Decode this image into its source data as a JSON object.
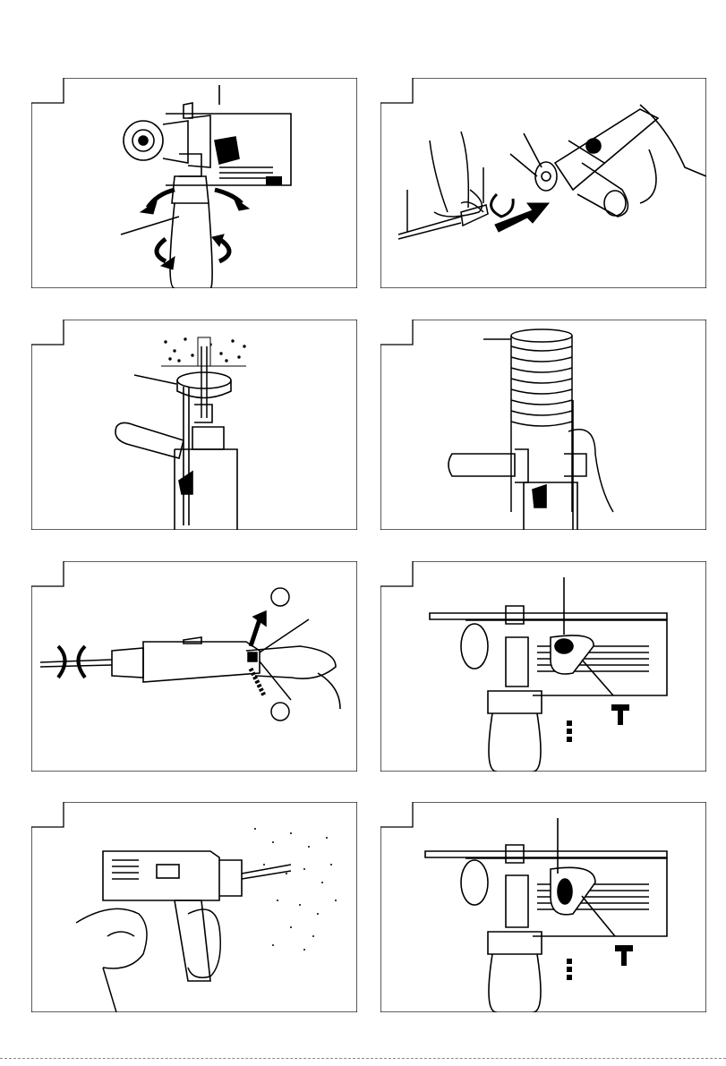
{
  "panels": [
    {
      "id": 1,
      "number": ""
    },
    {
      "id": 2,
      "number": ""
    },
    {
      "id": 3,
      "number": ""
    },
    {
      "id": 4,
      "number": ""
    },
    {
      "id": 5,
      "number": ""
    },
    {
      "id": 6,
      "number": ""
    },
    {
      "id": 7,
      "number": ""
    },
    {
      "id": 8,
      "number": ""
    }
  ],
  "icons": {
    "panel1": [
      "drill-body-icon",
      "side-handle-icon",
      "rotation-arrow-icon"
    ],
    "panel2": [
      "hand-icon",
      "drill-bit-icon",
      "insert-arrow-icon",
      "chuck-icon"
    ],
    "panel3": [
      "dust-cup-icon",
      "drill-bit-icon",
      "wall-icon"
    ],
    "panel4": [
      "dust-bellows-icon",
      "hand-icon"
    ],
    "panel5": [
      "drill-icon",
      "rotation-arrow-icon",
      "reverse-switch-icon"
    ],
    "panel6": [
      "mode-selector-icon",
      "hammer-symbol-icon",
      "drill-symbol-icon"
    ],
    "panel7": [
      "drill-icon",
      "hands-icon",
      "dust-particles-icon"
    ],
    "panel8": [
      "mode-selector-icon",
      "hammer-symbol-icon",
      "drill-symbol-icon"
    ]
  },
  "colors": {
    "line": "#000000",
    "background": "#ffffff"
  }
}
